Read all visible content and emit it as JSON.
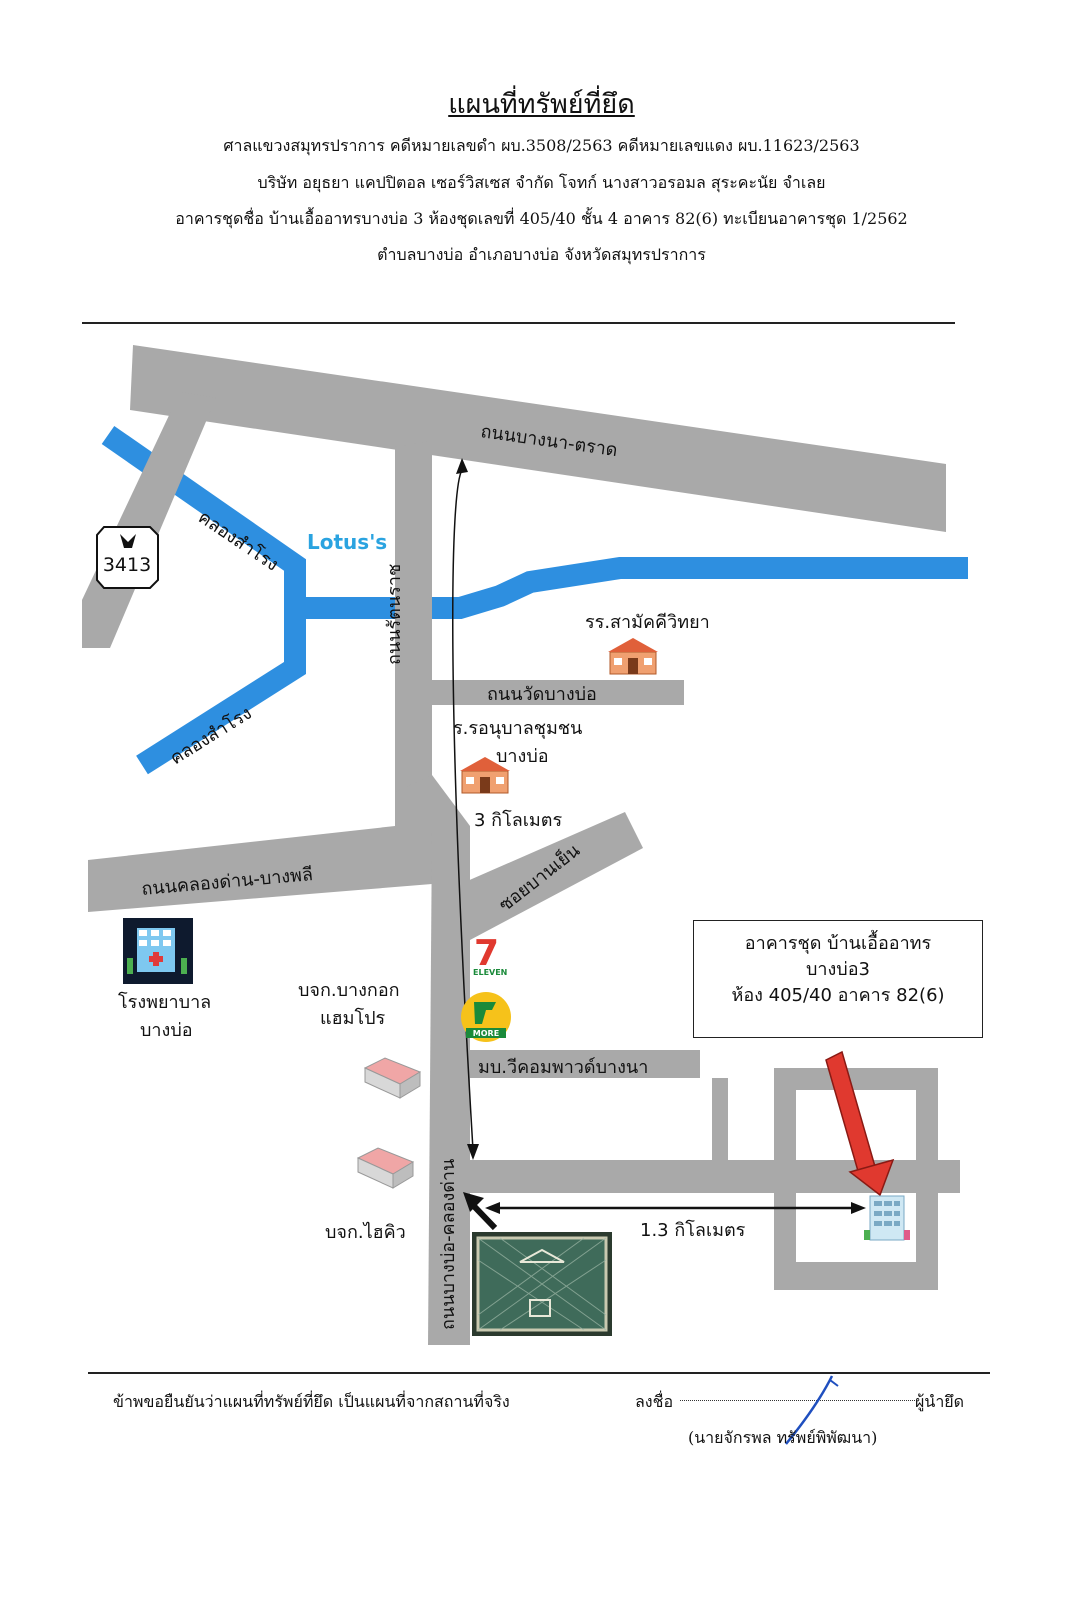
{
  "header": {
    "title": "แผนที่ทรัพย์ที่ยึด",
    "line1": "ศาลแขวงสมุทรปราการ  คดีหมายเลขดำ ผบ.3508/2563 คดีหมายเลขแดง ผบ.11623/2563",
    "line2": "บริษัท อยุธยา แคปปิตอล เซอร์วิสเซส จำกัด  โจทก์  นางสาวอรอมล    สุระคะนัย จำเลย",
    "line3": "อาคารชุดชื่อ บ้านเอื้ออาทรบางบ่อ 3 ห้องชุดเลขที่ 405/40 ชั้น 4 อาคาร 82(6) ทะเบียนอาคารชุด 1/2562",
    "line4": "ตำบลบางบ่อ  อำเภอบางบ่อ จังหวัดสมุทรปราการ"
  },
  "map": {
    "roads": {
      "bangna_trat": "ถนนบางนา-ตราด",
      "rat_uthit": "ถนนรัตนราช",
      "wat_bangbo": "ถนนวัดบางบ่อ",
      "khlong_dan_bangphli": "ถนนคลองด่าน-บางพลี",
      "soi_ban_yen": "ซอยบานเย็น",
      "bangbo_khlongdan": "ถนนบางบ่อ-คลองด่าน",
      "route_number": "3413"
    },
    "canals": {
      "upper": "คลองสำโรง",
      "lower": "คลองสำโรง"
    },
    "places": {
      "lotus": "Lotus's",
      "school": "รร.สามัคคีวิทยา",
      "kindergarten_1": "ร.รอนุบาลชุมชน",
      "kindergarten_2": "บางบ่อ",
      "hospital_1": "โรงพยาบาล",
      "hospital_2": "บางบ่อ",
      "factory1_1": "บจก.บางกอก",
      "factory1_2": "แฮมโปร",
      "factory2": "บจก.ไฮคิว",
      "village": "มบ.วีคอมพาวด์บางนา",
      "seven_eleven": "7",
      "seven_eleven_text": "ELEVEN",
      "more_text": "MORE"
    },
    "distances": {
      "vertical": "3 กิโลเมตร",
      "horizontal": "1.3 กิโลเมตร"
    },
    "callout": {
      "line1": "อาคารชุด บ้านเอื้ออาทร",
      "line2": "บางบ่อ3",
      "line3": "ห้อง 405/40 อาคาร 82(6)"
    },
    "colors": {
      "road": "#a9a9a9",
      "canal": "#2e8fe0",
      "arrow": "#e0392f",
      "lotus": "#2aa3e0"
    }
  },
  "footer": {
    "affirm": "ข้าพขอยืนยันว่าแผนที่ทรัพย์ที่ยึด เป็นแผนที่จากสถานที่จริง",
    "sign_label": "ลงชื่อ",
    "role": "ผู้นำยึด",
    "name": "(นายจักรพล   ทรัพย์พิพัฒนา)"
  }
}
